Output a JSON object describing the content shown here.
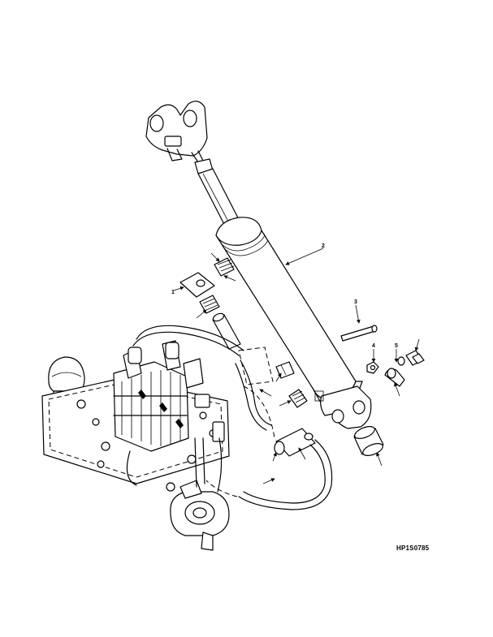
{
  "drawing_code": "HP1S0785",
  "item_labels": [
    "1",
    "2",
    "3",
    "4",
    "5"
  ]
}
